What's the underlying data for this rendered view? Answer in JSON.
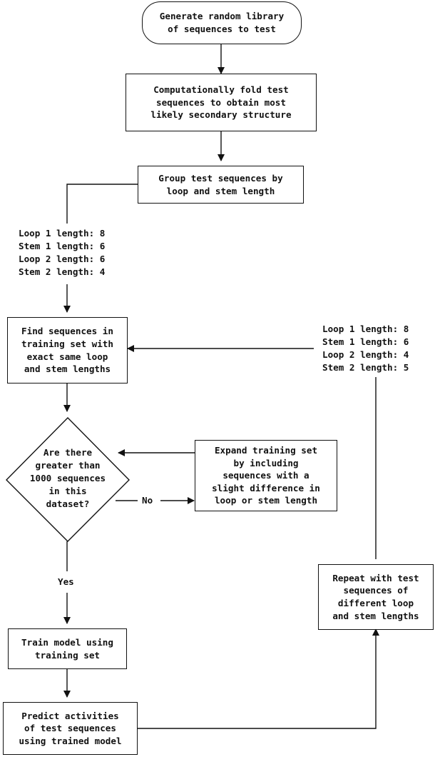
{
  "nodes": {
    "start": "Generate random library\nof sequences to test",
    "fold": "Computationally fold test\nsequences to obtain most\nlikely secondary structure",
    "group": "Group test sequences by\nloop and stem length",
    "find": "Find sequences in\ntraining set with\nexact same loop\nand stem lengths",
    "decision": "Are there\ngreater than\n1000 sequences\nin this\ndataset?",
    "expand": "Expand training set\nby including\nsequences with a\nslight difference in\nloop or stem length",
    "train": "Train model using\ntraining set",
    "predict": "Predict activities\nof test sequences\nusing trained model",
    "repeat": "Repeat with test\nsequences of\ndifferent loop\nand stem lengths"
  },
  "annotations": {
    "lengths_a": [
      "Loop 1 length: 8",
      "Stem 1 length: 6",
      "Loop 2 length: 6",
      "Stem 2 length: 4"
    ],
    "lengths_b": [
      "Loop 1 length: 8",
      "Stem 1 length: 6",
      "Loop 2 length: 4",
      "Stem 2 length: 5"
    ]
  },
  "edge_labels": {
    "no": "No",
    "yes": "Yes"
  }
}
